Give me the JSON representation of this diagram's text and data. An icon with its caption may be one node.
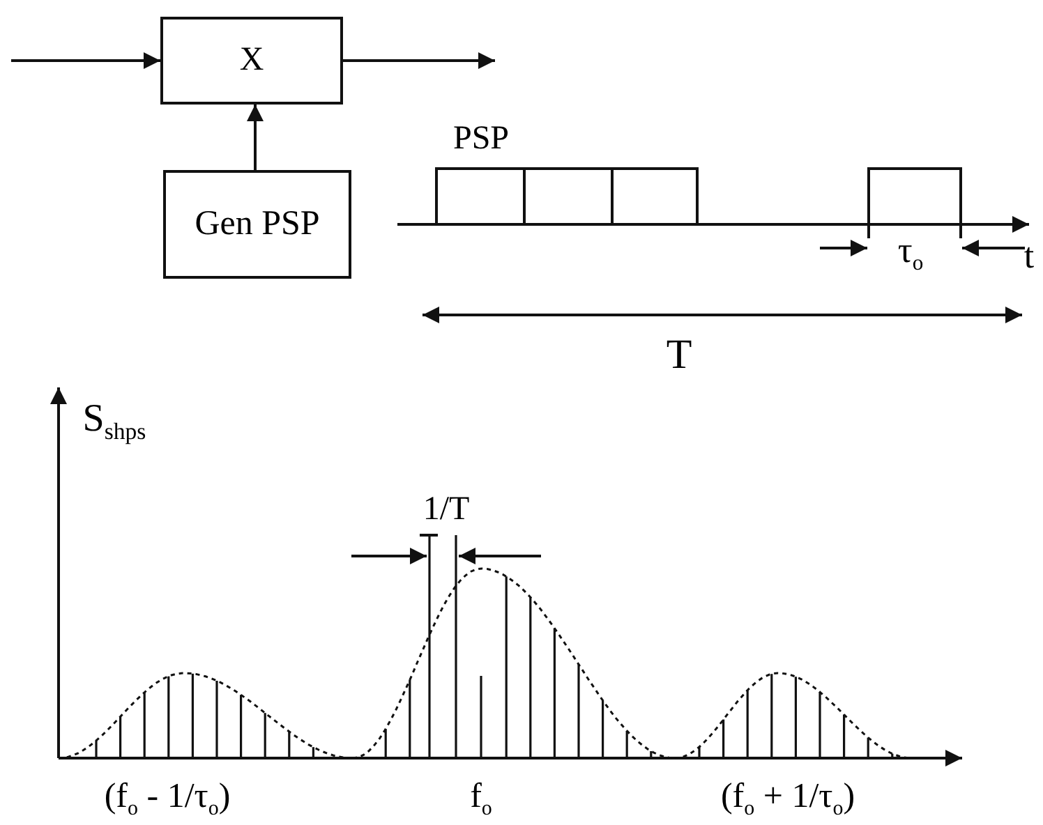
{
  "diagram": {
    "nodes": [
      {
        "text": [
          "X"
        ]
      },
      {
        "text": [
          "Gen PSP"
        ]
      }
    ],
    "edges": [
      {
        "from": null,
        "to": 0,
        "arrow": "to"
      },
      {
        "from": 0,
        "to": null,
        "arrow": "to"
      },
      {
        "from": 1,
        "to": 0,
        "arrow": "to"
      }
    ],
    "labels": [
      "PSP",
      "t",
      "τ$_{o}$",
      "T",
      "S$_{shps}$",
      "1/T",
      "(f$_{o}$ - 1/τ$_{o}$)",
      "f$_{o}$",
      "(f$_{o}$ + 1/τ$_{o}$)"
    ]
  }
}
